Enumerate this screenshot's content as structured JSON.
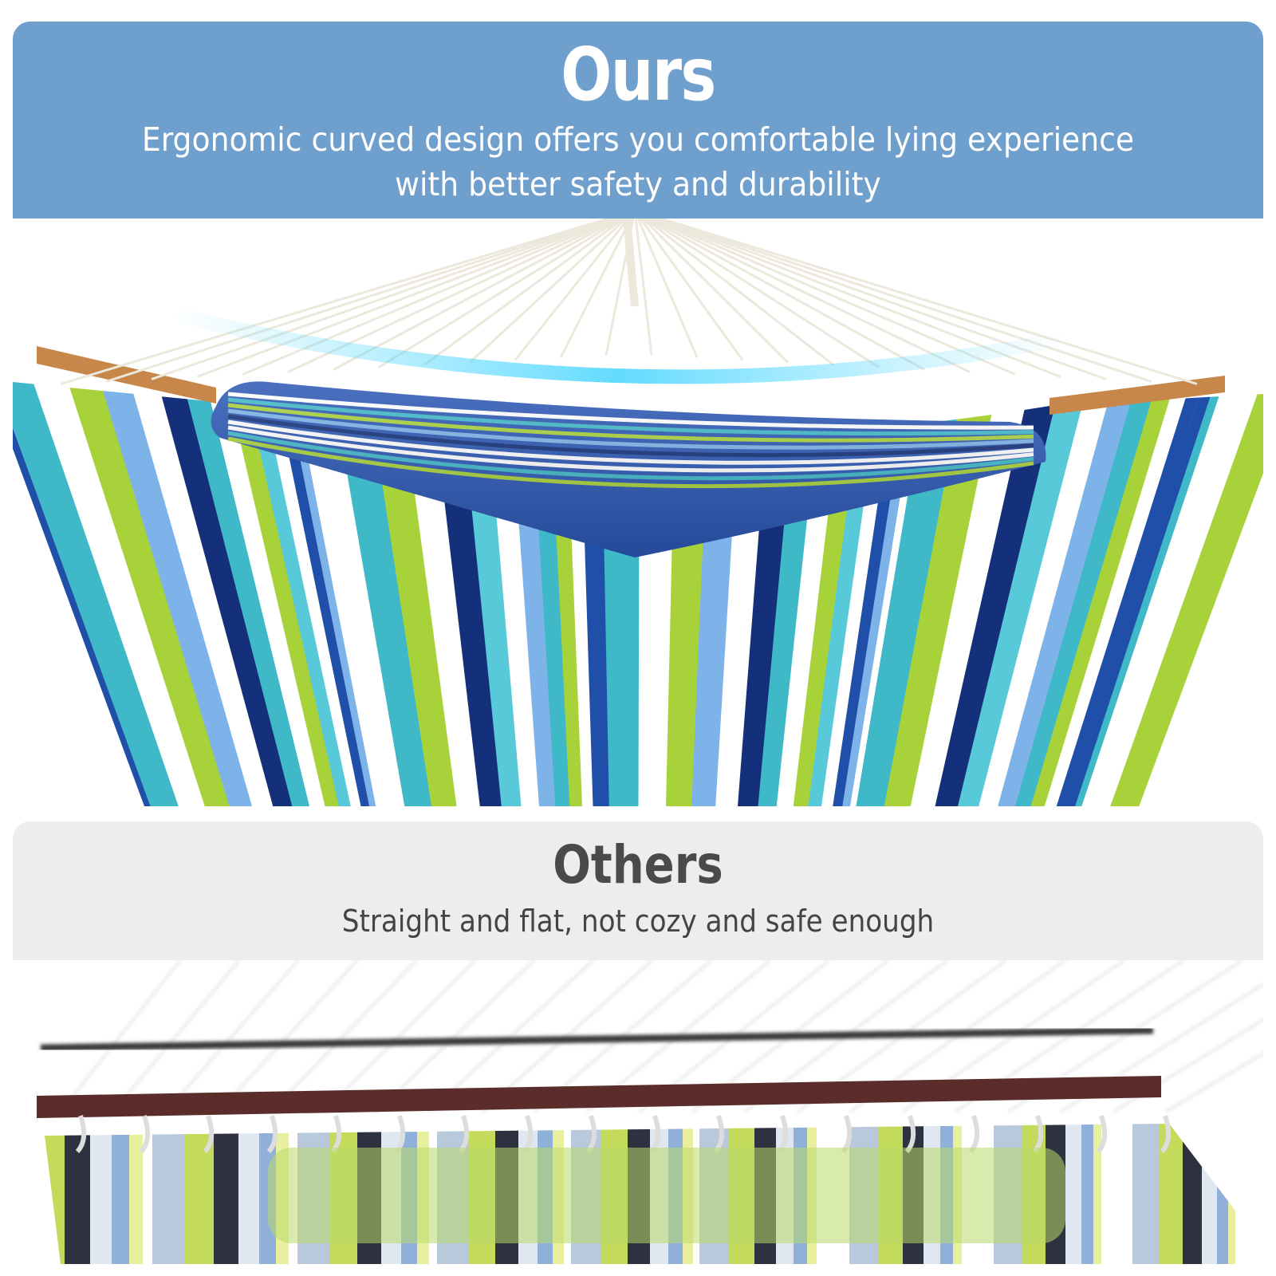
{
  "ours": {
    "title": "Ours",
    "subtitle": "Ergonomic curved design offers you comfortable lying experience with better safety and durability",
    "header_color": "#6f9fcd"
  },
  "others": {
    "title": "Others",
    "subtitle": "Straight and flat, not cozy and safe enough",
    "header_color": "#ededed"
  },
  "stripe_palette": [
    "#1f4fa8",
    "#3fb8c8",
    "#ffffff",
    "#a8d23a",
    "#7db3e8",
    "#58c9d8",
    "#15307a"
  ]
}
